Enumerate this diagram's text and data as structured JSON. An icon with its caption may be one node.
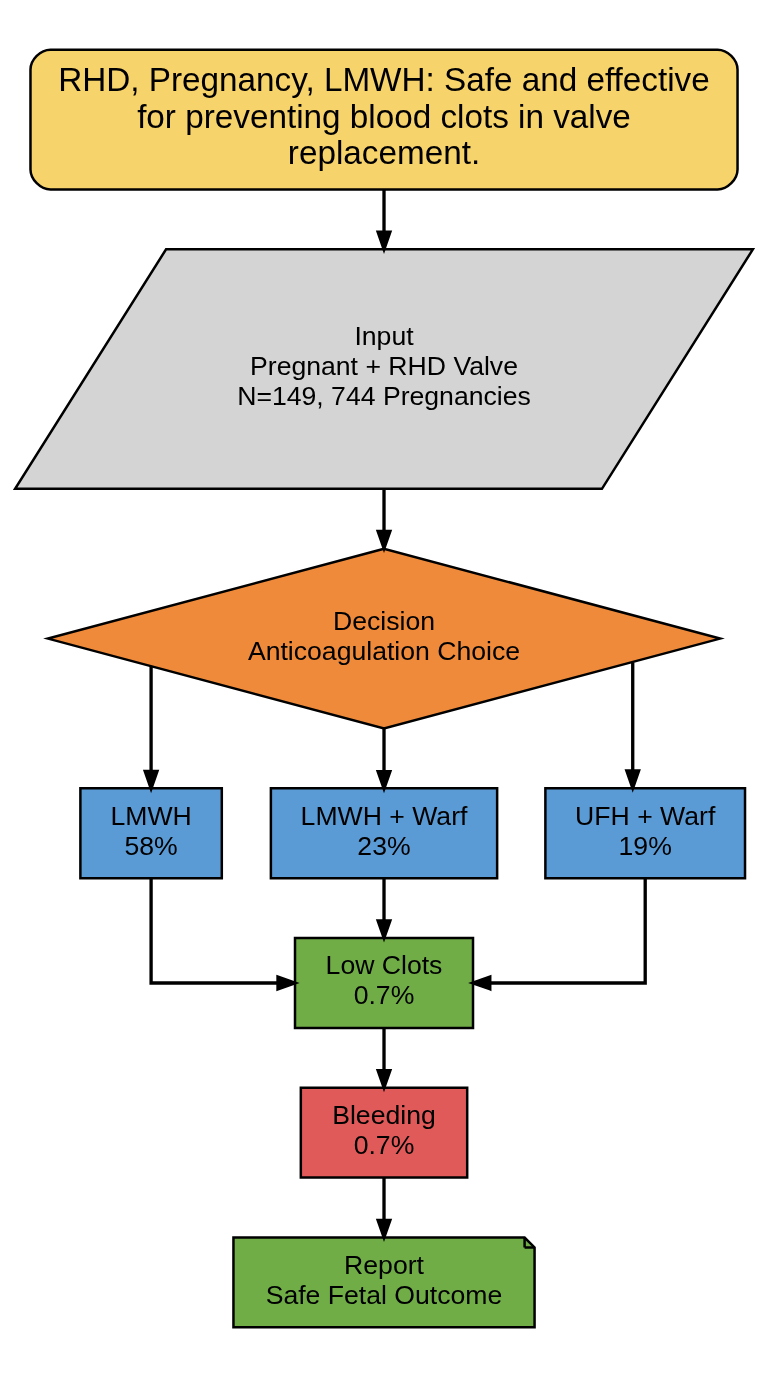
{
  "diagram": {
    "nodes": [
      {
        "text": [
          "RHD, Pregnancy, LMWH: Safe and effective for preventing blood clots in valve replacement."
        ]
      },
      {
        "text": [
          "Input",
          "Pregnant + RHD Valve",
          "N=149, 744 Pregnancies"
        ]
      },
      {
        "text": [
          "Decision",
          "Anticoagulation Choice"
        ]
      },
      {
        "text": [
          "LMWH",
          "58%"
        ]
      },
      {
        "text": [
          "LMWH + Warf",
          "23%"
        ]
      },
      {
        "text": [
          "UFH + Warf",
          "19%"
        ]
      },
      {
        "text": [
          "Low Clots",
          "0.7%"
        ]
      },
      {
        "text": [
          "Bleeding",
          "0.7%"
        ]
      },
      {
        "text": [
          "Report",
          "Safe Fetal Outcome"
        ]
      }
    ],
    "edges": [
      {
        "from": 0,
        "to": 1,
        "arrow": "to"
      },
      {
        "from": 1,
        "to": 2,
        "arrow": "to"
      },
      {
        "from": 2,
        "to": 3,
        "arrow": "to"
      },
      {
        "from": 2,
        "to": 4,
        "arrow": "to"
      },
      {
        "from": 2,
        "to": 5,
        "arrow": "to"
      },
      {
        "from": 3,
        "to": 6,
        "arrow": "to"
      },
      {
        "from": 4,
        "to": 6,
        "arrow": "to"
      },
      {
        "from": 5,
        "to": 6,
        "arrow": "to"
      },
      {
        "from": 6,
        "to": 7,
        "arrow": "to"
      },
      {
        "from": 7,
        "to": 8,
        "arrow": "to"
      }
    ]
  }
}
